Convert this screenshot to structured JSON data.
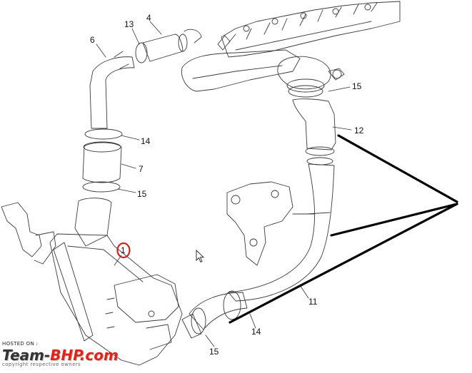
{
  "diagram": {
    "callouts": [
      {
        "id": "c13a",
        "text": "13"
      },
      {
        "id": "c4",
        "text": "4"
      },
      {
        "id": "c6",
        "text": "6"
      },
      {
        "id": "c15a",
        "text": "15"
      },
      {
        "id": "c12",
        "text": "12"
      },
      {
        "id": "c14a",
        "text": "14"
      },
      {
        "id": "c7",
        "text": "7"
      },
      {
        "id": "c15b",
        "text": "15"
      },
      {
        "id": "c1",
        "text": "1"
      },
      {
        "id": "c11",
        "text": "11"
      },
      {
        "id": "c14b",
        "text": "14"
      },
      {
        "id": "c15c",
        "text": "15"
      }
    ],
    "highlight_color": "#d21f1f",
    "pointer_color": "#000000"
  },
  "watermark": {
    "hosted_on": "HOSTED ON :",
    "logo_team": "Team",
    "logo_dash": "-",
    "logo_bhp": "BHP",
    "logo_com": ".com",
    "copyright": "copyright respective owners"
  }
}
